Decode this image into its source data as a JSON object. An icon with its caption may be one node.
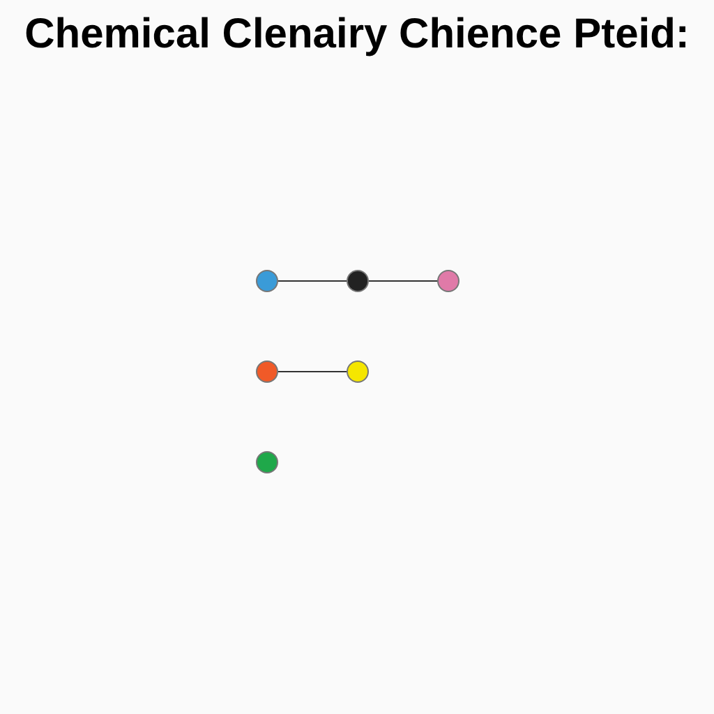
{
  "diagram": {
    "title": "Chemical Clenairy Chience Pteid:",
    "nodes": [
      {
        "text": [],
        "shape": "circle"
      },
      {
        "text": [],
        "shape": "circle"
      },
      {
        "text": [],
        "shape": "circle"
      },
      {
        "text": [],
        "shape": "circle"
      },
      {
        "text": [],
        "shape": "circle"
      },
      {
        "text": [],
        "shape": "circle"
      }
    ],
    "edges": [
      {
        "from": 0,
        "to": 1,
        "arrow": "none"
      },
      {
        "from": 1,
        "to": 2,
        "arrow": "none"
      },
      {
        "from": 3,
        "to": 4,
        "arrow": "none"
      }
    ]
  }
}
